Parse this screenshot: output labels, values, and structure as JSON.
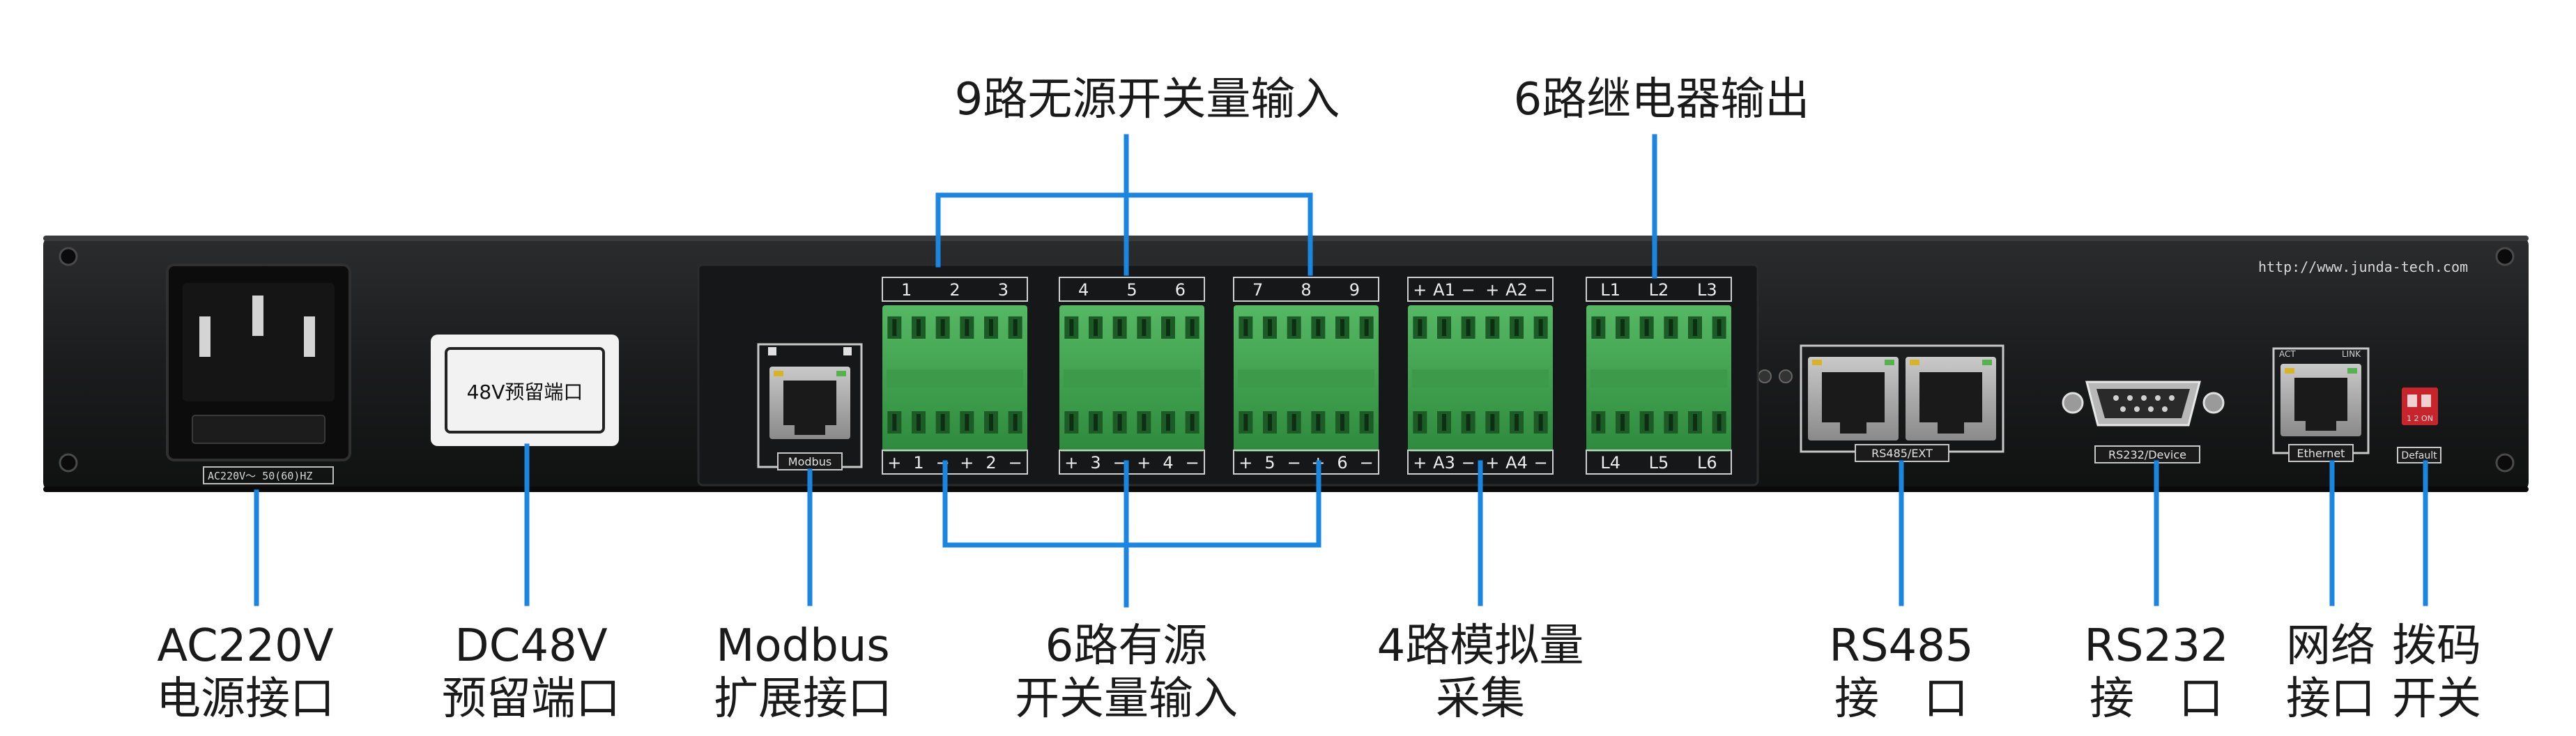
{
  "top_labels": {
    "passive_inputs": "9路无源开关量输入",
    "relay_outputs": "6路继电器输出"
  },
  "bottom_labels": {
    "ac_power": [
      "AC220V",
      "电源接口"
    ],
    "dc48v": [
      "DC48V",
      "预留端口"
    ],
    "modbus": [
      "Modbus",
      "扩展接口"
    ],
    "active_inputs": [
      "6路有源",
      "开关量输入"
    ],
    "analog": [
      "4路模拟量",
      "采集"
    ],
    "rs485": [
      "RS485",
      "接　口"
    ],
    "rs232": [
      "RS232",
      "接　口"
    ],
    "network": [
      "网络",
      "接口"
    ],
    "dip": [
      "拨码",
      "开关"
    ]
  },
  "panel": {
    "url": "http://www.junda-tech.com",
    "ac_rating": "AC220V～ 50(60)HZ",
    "dc48v_sticker": "48V预留端口",
    "modbus_port": "Modbus",
    "rs485_port": "RS485/EXT",
    "rs232_port": "RS232/Device",
    "ethernet_port": "Ethernet",
    "dip_label": "Default",
    "dip_text": "1 2 ON",
    "led_a": "ACT",
    "led_b": "LINK"
  },
  "terminals": {
    "passive_a_top": [
      "1",
      "2",
      "3"
    ],
    "passive_b_top": [
      "4",
      "5",
      "6"
    ],
    "passive_c_top": [
      "7",
      "8",
      "9"
    ],
    "active_a_bottom": [
      "+",
      "1",
      "−",
      "+",
      "2",
      "−"
    ],
    "active_b_bottom": [
      "+",
      "3",
      "−",
      "+",
      "4",
      "−"
    ],
    "active_c_bottom": [
      "+",
      "5",
      "−",
      "+",
      "6",
      "−"
    ],
    "analog_top": [
      "+",
      "A1",
      "−",
      "+",
      "A2",
      "−"
    ],
    "analog_bottom": [
      "+",
      "A3",
      "−",
      "+",
      "A4",
      "−"
    ],
    "relay_top": [
      "L1",
      "L2",
      "L3"
    ],
    "relay_bottom": [
      "L4",
      "L5",
      "L6"
    ]
  },
  "colors": {
    "leader_line": "#1b86e0",
    "panel": "#1e1f20",
    "terminal_green": "#3fa04e"
  }
}
